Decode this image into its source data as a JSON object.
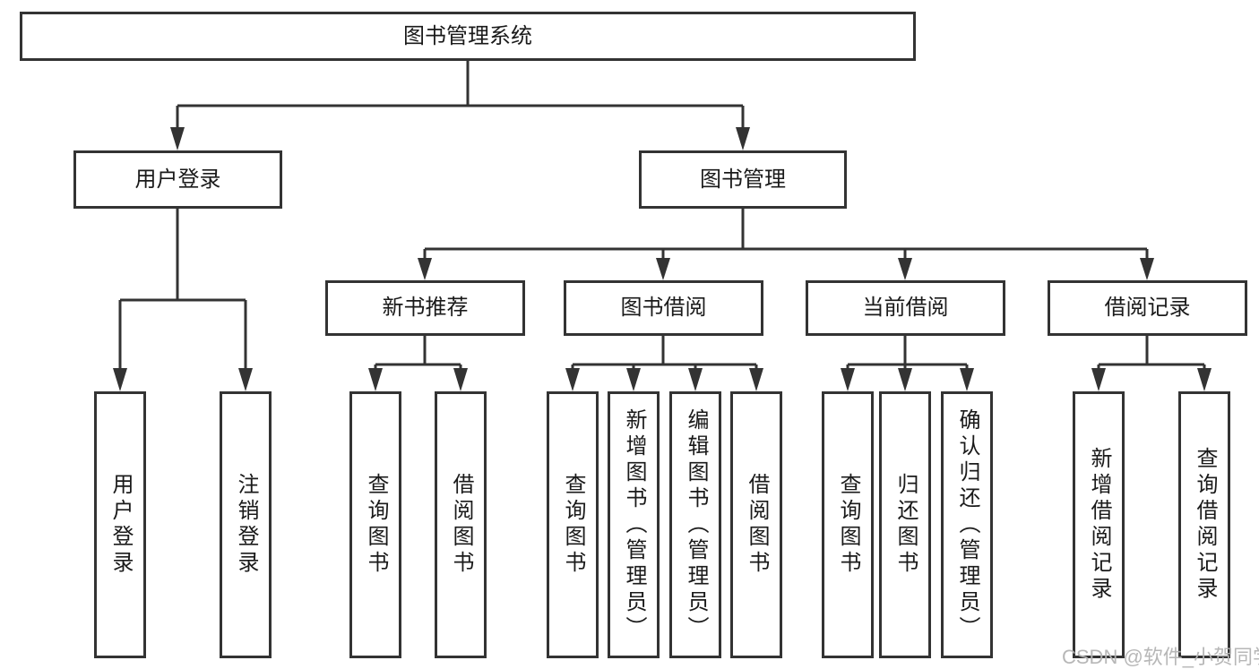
{
  "colors": {
    "line": "#333333",
    "box_border": "#333333",
    "box_background": "#ffffff",
    "text": "#1a1a1a",
    "watermark": "#b4b4b4",
    "page_background": "#ffffff"
  },
  "diagram": {
    "root": {
      "label": "图书管理系统"
    },
    "branches": [
      {
        "label": "用户登录",
        "children": [
          {
            "label": "用户登录"
          },
          {
            "label": "注销登录"
          }
        ]
      },
      {
        "label": "图书管理",
        "children": [
          {
            "label": "新书推荐",
            "children": [
              {
                "label": "查询图书"
              },
              {
                "label": "借阅图书"
              }
            ]
          },
          {
            "label": "图书借阅",
            "children": [
              {
                "label": "查询图书"
              },
              {
                "label": "新增图书（管理员）"
              },
              {
                "label": "编辑图书（管理员）"
              },
              {
                "label": "借阅图书"
              }
            ]
          },
          {
            "label": "当前借阅",
            "children": [
              {
                "label": "查询图书"
              },
              {
                "label": "归还图书"
              },
              {
                "label": "确认归还（管理员）"
              }
            ]
          },
          {
            "label": "借阅记录",
            "children": [
              {
                "label": "新增借阅记录"
              },
              {
                "label": "查询借阅记录"
              }
            ]
          }
        ]
      }
    ]
  },
  "watermark": {
    "text": "CSDN @软件_小贺同学"
  }
}
